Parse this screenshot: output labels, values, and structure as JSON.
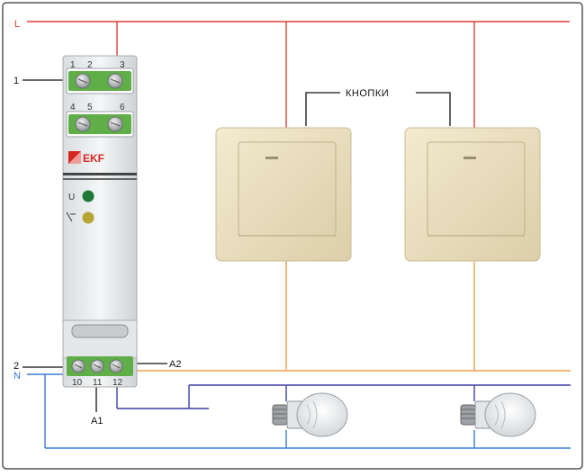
{
  "lines": {
    "phase_label": "L",
    "neutral_label": "N"
  },
  "relay": {
    "brand": "EKF",
    "top_terminals": [
      "1",
      "2",
      "3"
    ],
    "mid_terminals": [
      "4",
      "5",
      "6"
    ],
    "bottom_terminals": [
      "10",
      "11",
      "12"
    ],
    "indicator_u": "U"
  },
  "callouts": {
    "label_1": "1",
    "label_2": "2",
    "label_a1": "A1",
    "label_a2": "A2",
    "buttons_label": "КНОПКИ"
  },
  "colors": {
    "phase": "#e0403a",
    "neutral": "#3a7bd5",
    "switch_wire": "#f0a050",
    "lamp_wire": "#3f3fa0",
    "switch_body": "#eadfbf",
    "led_green": "#1f7a3a",
    "led_yellow": "#b5a436",
    "brand_red": "#d7261e"
  }
}
